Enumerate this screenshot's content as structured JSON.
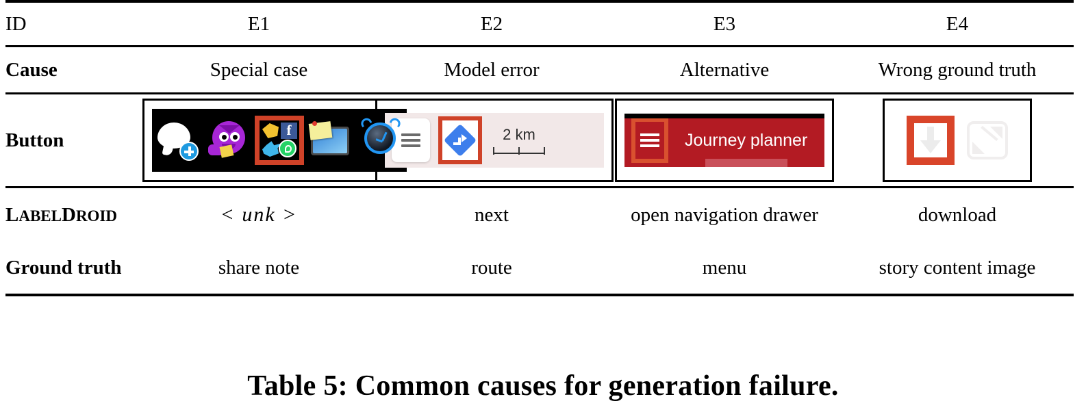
{
  "table": {
    "row_labels": {
      "id": "ID",
      "cause": "Cause",
      "button": "Button",
      "labeldroid_head": "L",
      "labeldroid_sc1": "ABEL",
      "labeldroid_head2": "D",
      "labeldroid_sc2": "ROID",
      "ground_truth": "Ground truth"
    },
    "columns": [
      {
        "id": "E1",
        "cause": "Special case",
        "labeldroid": "< unk >",
        "ground_truth": "share note",
        "screenshot": {
          "kind": "android-launcher-black-bar",
          "icons": [
            "chat-bubble-add-icon",
            "purple-monster-icon",
            "social-share-collage-icon",
            "sticky-note-monitor-icon",
            "alarm-clock-icon"
          ],
          "highlighted_icon": "social-share-collage-icon",
          "background_color": "#000000",
          "facebook_letter": "f"
        }
      },
      {
        "id": "E2",
        "cause": "Model error",
        "labeldroid": "next",
        "ground_truth": "route",
        "screenshot": {
          "kind": "map-controls",
          "background_color": "#f2e8e8",
          "scale_label": "2 km",
          "buttons": [
            "hamburger-menu-icon",
            "route-diamond-icon"
          ],
          "highlighted_icon": "route-diamond-icon",
          "diamond_color": "#3d7eec"
        }
      },
      {
        "id": "E3",
        "cause": "Alternative",
        "labeldroid": "open navigation drawer",
        "ground_truth": "menu",
        "screenshot": {
          "kind": "app-bar",
          "title": "Journey planner",
          "background_color": "#b31b23",
          "highlighted_icon": "hamburger-menu-icon"
        }
      },
      {
        "id": "E4",
        "cause": "Wrong ground truth",
        "labeldroid": "download",
        "ground_truth": "story content image",
        "screenshot": {
          "kind": "media-controls",
          "background_color": "#ffffff",
          "icons": [
            "download-arrow-icon",
            "expand-fullscreen-icon"
          ],
          "highlighted_icon": "download-arrow-icon"
        }
      }
    ]
  },
  "caption": "Table 5: Common causes for generation failure.",
  "colors": {
    "highlight": "#cf4228",
    "appbar_red": "#b31b23",
    "map_bg": "#f2e8e8",
    "diamond_blue": "#3d7eec"
  }
}
